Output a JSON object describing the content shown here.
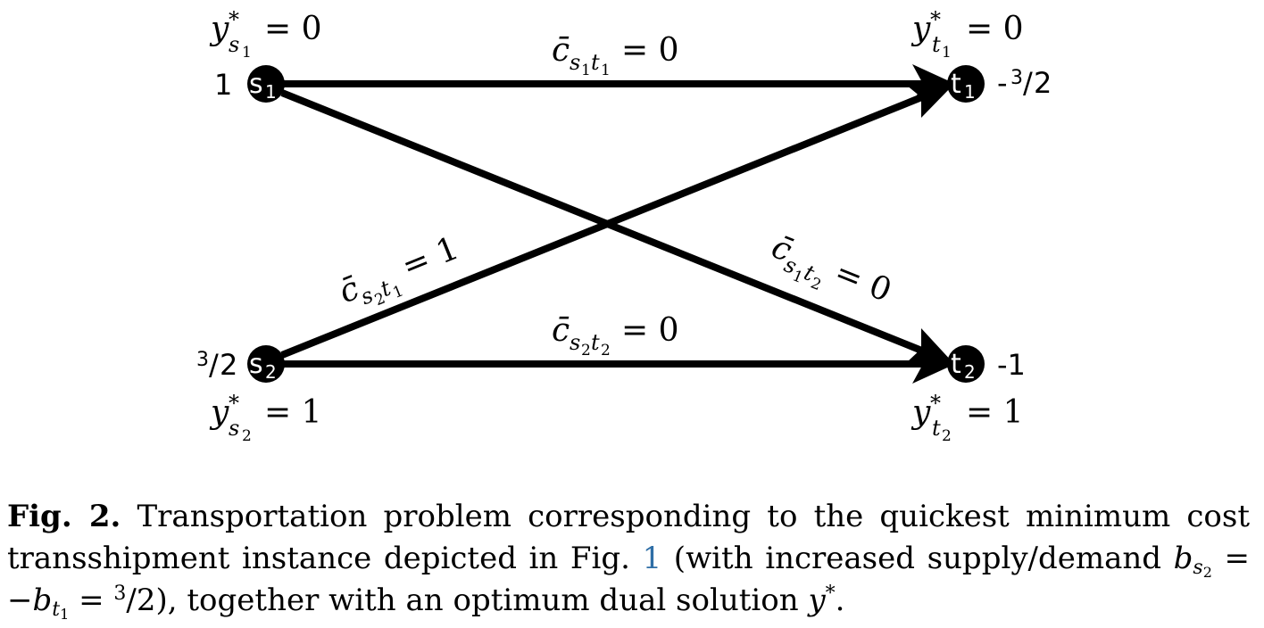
{
  "nodes": {
    "s1": {
      "name": "s",
      "index": "1",
      "supply": "1"
    },
    "s2": {
      "name": "s",
      "index": "2",
      "supply_num": "3",
      "supply_den": "2"
    },
    "t1": {
      "name": "t",
      "index": "1",
      "supply_prefix": "-",
      "supply_num": "3",
      "supply_den": "2"
    },
    "t2": {
      "name": "t",
      "index": "2",
      "supply": "-1"
    }
  },
  "duals": {
    "s1": {
      "symbol": "y",
      "star": "*",
      "sub": "s",
      "subsub": "1",
      "value": "= 0"
    },
    "t1": {
      "symbol": "y",
      "star": "*",
      "sub": "t",
      "subsub": "1",
      "value": "= 0"
    },
    "s2": {
      "symbol": "y",
      "star": "*",
      "sub": "s",
      "subsub": "2",
      "value": "= 1"
    },
    "t2": {
      "symbol": "y",
      "star": "*",
      "sub": "t",
      "subsub": "2",
      "value": "= 1"
    }
  },
  "edges": {
    "s1t1": {
      "symbol": "c̄",
      "sub1": "s",
      "subsub1": "1",
      "sub2": "t",
      "subsub2": "1",
      "value": "= 0"
    },
    "s1t2": {
      "symbol": "c̄",
      "sub1": "s",
      "subsub1": "1",
      "sub2": "t",
      "subsub2": "2",
      "value": "= 0"
    },
    "s2t1": {
      "symbol": "c̄",
      "sub1": "s",
      "subsub1": "2",
      "sub2": "t",
      "subsub2": "1",
      "value": "= 1"
    },
    "s2t2": {
      "symbol": "c̄",
      "sub1": "s",
      "subsub1": "2",
      "sub2": "t",
      "subsub2": "2",
      "value": "= 0"
    }
  },
  "caption": {
    "label": "Fig. 2.",
    "text1": " Transportation problem corresponding to the quickest minimum cost transshipment instance depicted in Fig. ",
    "ref": "1",
    "text2": " (with increased supply/demand ",
    "b1": "b",
    "b1_sub": "s",
    "b1_subsub": "2",
    "eq1": " = −",
    "b2": "b",
    "b2_sub": "t",
    "b2_subsub": "1",
    "eq2": " = ",
    "frac_num": "3",
    "frac_den": "2",
    "text3": "), together with an optimum dual solution ",
    "y": "y",
    "y_star": "*",
    "end": "."
  },
  "colors": {
    "ink": "#000000",
    "reference": "#2e6ea6"
  }
}
